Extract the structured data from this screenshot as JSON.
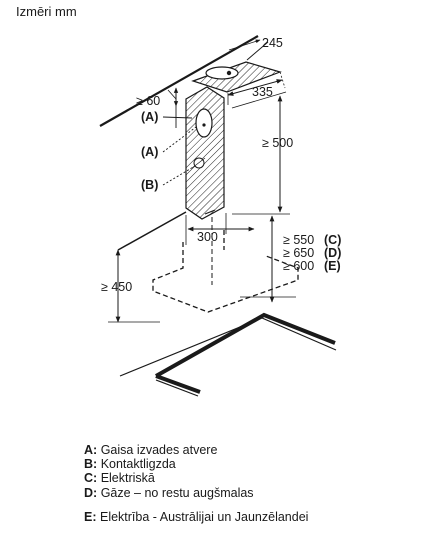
{
  "header": {
    "title": "Izmēri mm"
  },
  "dimensions": {
    "width_top": "245",
    "depth_top": "335",
    "offset_min": "≥ 60",
    "height_min": "≥ 500",
    "width_chimney": "300",
    "clearance_c": "≥ 550",
    "clearance_d": "≥ 650",
    "clearance_e": "≥ 600",
    "wall_height": "≥ 450"
  },
  "callouts": {
    "a_upper": "(A)",
    "a_lower": "(A)",
    "b": "(B)",
    "c": "(C)",
    "d": "(D)",
    "e": "(E)"
  },
  "legend": [
    {
      "key": "A:",
      "text": "Gaisa izvades atvere"
    },
    {
      "key": "B:",
      "text": "Kontaktligzda"
    },
    {
      "key": "C:",
      "text": "Elektriskā"
    },
    {
      "key": "D:",
      "text": "Gāze – no restu augšmalas"
    },
    {
      "key": "E:",
      "text": "Elektrība - Austrālijai un Jaunzēlandei"
    }
  ]
}
